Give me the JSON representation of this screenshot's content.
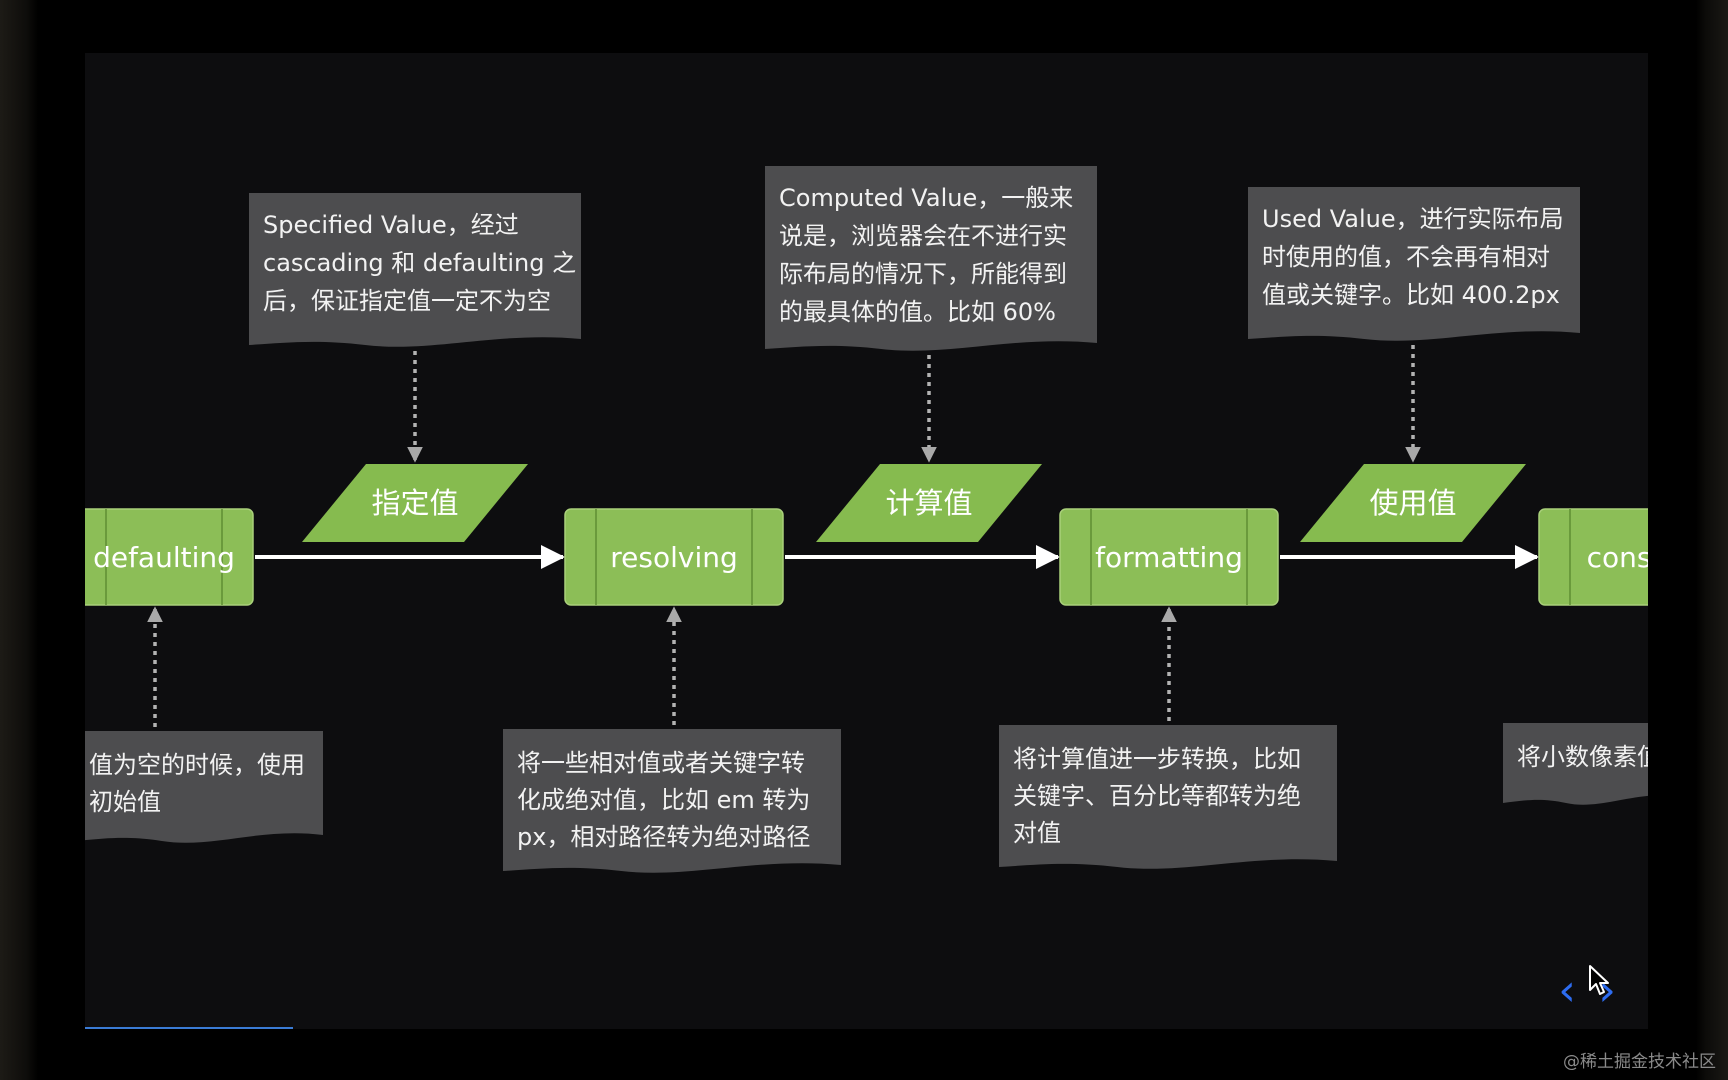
{
  "diagram": {
    "nodes": [
      {
        "id": "defaulting",
        "label": "defaulting"
      },
      {
        "id": "resolving",
        "label": "resolving"
      },
      {
        "id": "formatting",
        "label": "formatting"
      },
      {
        "id": "constraining",
        "label": "cons"
      }
    ],
    "values": [
      {
        "id": "specified",
        "label": "指定值"
      },
      {
        "id": "computed",
        "label": "计算值"
      },
      {
        "id": "used",
        "label": "使用值"
      }
    ],
    "notes_top": [
      {
        "id": "specified",
        "lines": [
          "Specified Value，经过",
          "cascading 和 defaulting 之",
          "后，保证指定值一定不为空"
        ]
      },
      {
        "id": "computed",
        "lines": [
          "Computed Value，一般来",
          "说是，浏览器会在不进行实",
          "际布局的情况下，所能得到",
          "的最具体的值。比如 60%"
        ]
      },
      {
        "id": "used",
        "lines": [
          "Used Value，进行实际布局",
          "时使用的值，不会再有相对",
          "值或关键字。比如 400.2px"
        ]
      }
    ],
    "notes_bottom": [
      {
        "id": "defaulting",
        "lines": [
          "值为空的时候，使用",
          "初始值"
        ]
      },
      {
        "id": "resolving",
        "lines": [
          "将一些相对值或者关键字转",
          "化成绝对值，比如 em 转为",
          "px，相对路径转为绝对路径"
        ]
      },
      {
        "id": "formatting",
        "lines": [
          "将计算值进一步转换，比如",
          "关键字、百分比等都转为绝",
          "对值"
        ]
      },
      {
        "id": "constraining",
        "lines": [
          "将小数像素值"
        ]
      }
    ],
    "edges": [
      {
        "from": "defaulting",
        "to": "resolving"
      },
      {
        "from": "resolving",
        "to": "formatting"
      },
      {
        "from": "formatting",
        "to": "constraining"
      }
    ],
    "colors": {
      "node": "#8cbe57",
      "note": "#4d4d4f",
      "background": "#0d0d0f",
      "arrow": "#ffffff"
    }
  },
  "nav": {
    "prev_icon": "chevron-left-icon",
    "next_icon": "chevron-right-icon"
  },
  "watermark": "@稀土掘金技术社区"
}
